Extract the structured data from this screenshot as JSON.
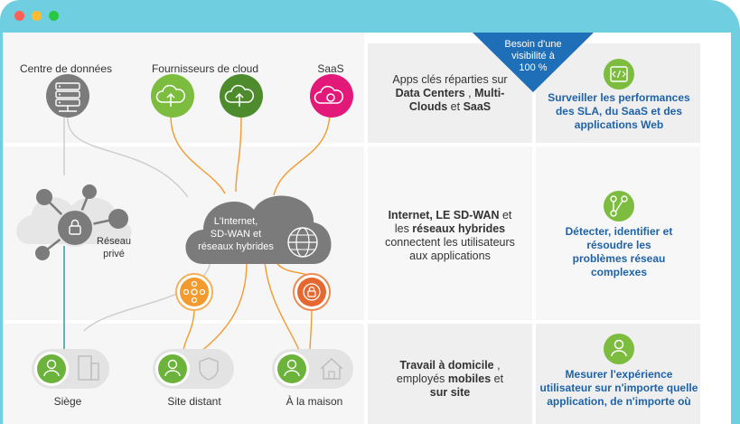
{
  "window": {
    "controls": [
      {
        "name": "close",
        "color": "#ff5f57"
      },
      {
        "name": "minimize",
        "color": "#febc2e"
      },
      {
        "name": "maximize",
        "color": "#28c840"
      }
    ]
  },
  "colors": {
    "frame": "#6fcfe0",
    "cloud_gray": "#7b7b7b",
    "green": "#6bb33a",
    "dark_green": "#4c8a2a",
    "magenta": "#e3197a",
    "orange": "#f29a2e",
    "teal_line": "#3aa5a0",
    "banner_blue": "#1f6fb8",
    "text_blue": "#1e62a8"
  },
  "diagram": {
    "sources": {
      "datacenter": "Centre de données",
      "cloud_providers": "Fournisseurs de cloud",
      "saas": "SaaS"
    },
    "private_network": [
      "Réseau",
      "privé"
    ],
    "internet_cloud": [
      "L'Internet,",
      "SD-WAN et",
      "réseaux hybrides"
    ],
    "sites": {
      "hq": "Siège",
      "remote": "Site distant",
      "home": "À la maison"
    }
  },
  "banner": [
    "Besoin d'une",
    "visibilité à",
    "100 %"
  ],
  "rows": [
    {
      "left_lines": [
        [
          {
            "t": "Apps clés réparties sur",
            "b": false
          }
        ],
        [
          {
            "t": "Data Centers",
            "b": true
          },
          {
            "t": " , ",
            "b": false
          },
          {
            "t": "Multi-",
            "b": true
          }
        ],
        [
          {
            "t": "Clouds",
            "b": true
          },
          {
            "t": " et ",
            "b": false
          },
          {
            "t": "SaaS",
            "b": true
          }
        ]
      ],
      "right_lines": [
        "Surveiller les performances",
        "des SLA, du SaaS et des",
        "applications Web"
      ],
      "icon": "code-icon"
    },
    {
      "left_lines": [
        [
          {
            "t": "Internet, LE SD-WAN",
            "b": true
          },
          {
            "t": " et",
            "b": false
          }
        ],
        [
          {
            "t": "les ",
            "b": false
          },
          {
            "t": "réseaux hybrides",
            "b": true
          }
        ],
        [
          {
            "t": "connectent les utilisateurs",
            "b": false
          }
        ],
        [
          {
            "t": "aux applications",
            "b": false
          }
        ]
      ],
      "right_lines": [
        "Détecter, identifier et",
        "résoudre les",
        "problèmes réseau",
        "complexes"
      ],
      "icon": "network-path-icon"
    },
    {
      "left_lines": [
        [
          {
            "t": "Travail à domicile",
            "b": true
          },
          {
            "t": " ,",
            "b": false
          }
        ],
        [
          {
            "t": "employés ",
            "b": false
          },
          {
            "t": "mobiles",
            "b": true
          },
          {
            "t": " et",
            "b": false
          }
        ],
        [
          {
            "t": "sur site",
            "b": true
          }
        ]
      ],
      "right_lines": [
        "Mesurer l'expérience",
        "utilisateur sur n'importe quelle",
        "application, de n'importe où"
      ],
      "icon": "user-icon"
    }
  ]
}
